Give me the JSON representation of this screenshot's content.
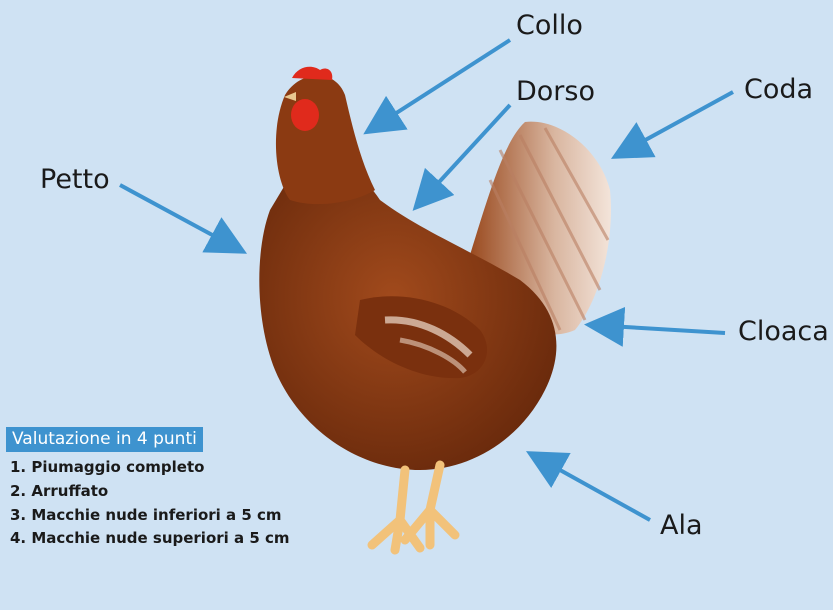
{
  "colors": {
    "background": "#cfe2f3",
    "arrow": "#3e93cf",
    "legend_title_bg": "#3e93cf",
    "feather_main": "#8b3a12",
    "feather_dark": "#5e230a",
    "comb": "#e02a1c",
    "legs": "#f2c27a"
  },
  "image": {
    "subject": "hen-photo"
  },
  "labels": {
    "collo": "Collo",
    "dorso": "Dorso",
    "coda": "Coda",
    "petto": "Petto",
    "cloaca": "Cloaca",
    "ala": "Ala"
  },
  "legend": {
    "title": "Valutazione in 4 punti",
    "items": [
      "1. Piumaggio completo",
      "2. Arruffato",
      "3. Macchie nude inferiori a 5 cm",
      "4. Macchie nude superiori a 5 cm"
    ]
  }
}
